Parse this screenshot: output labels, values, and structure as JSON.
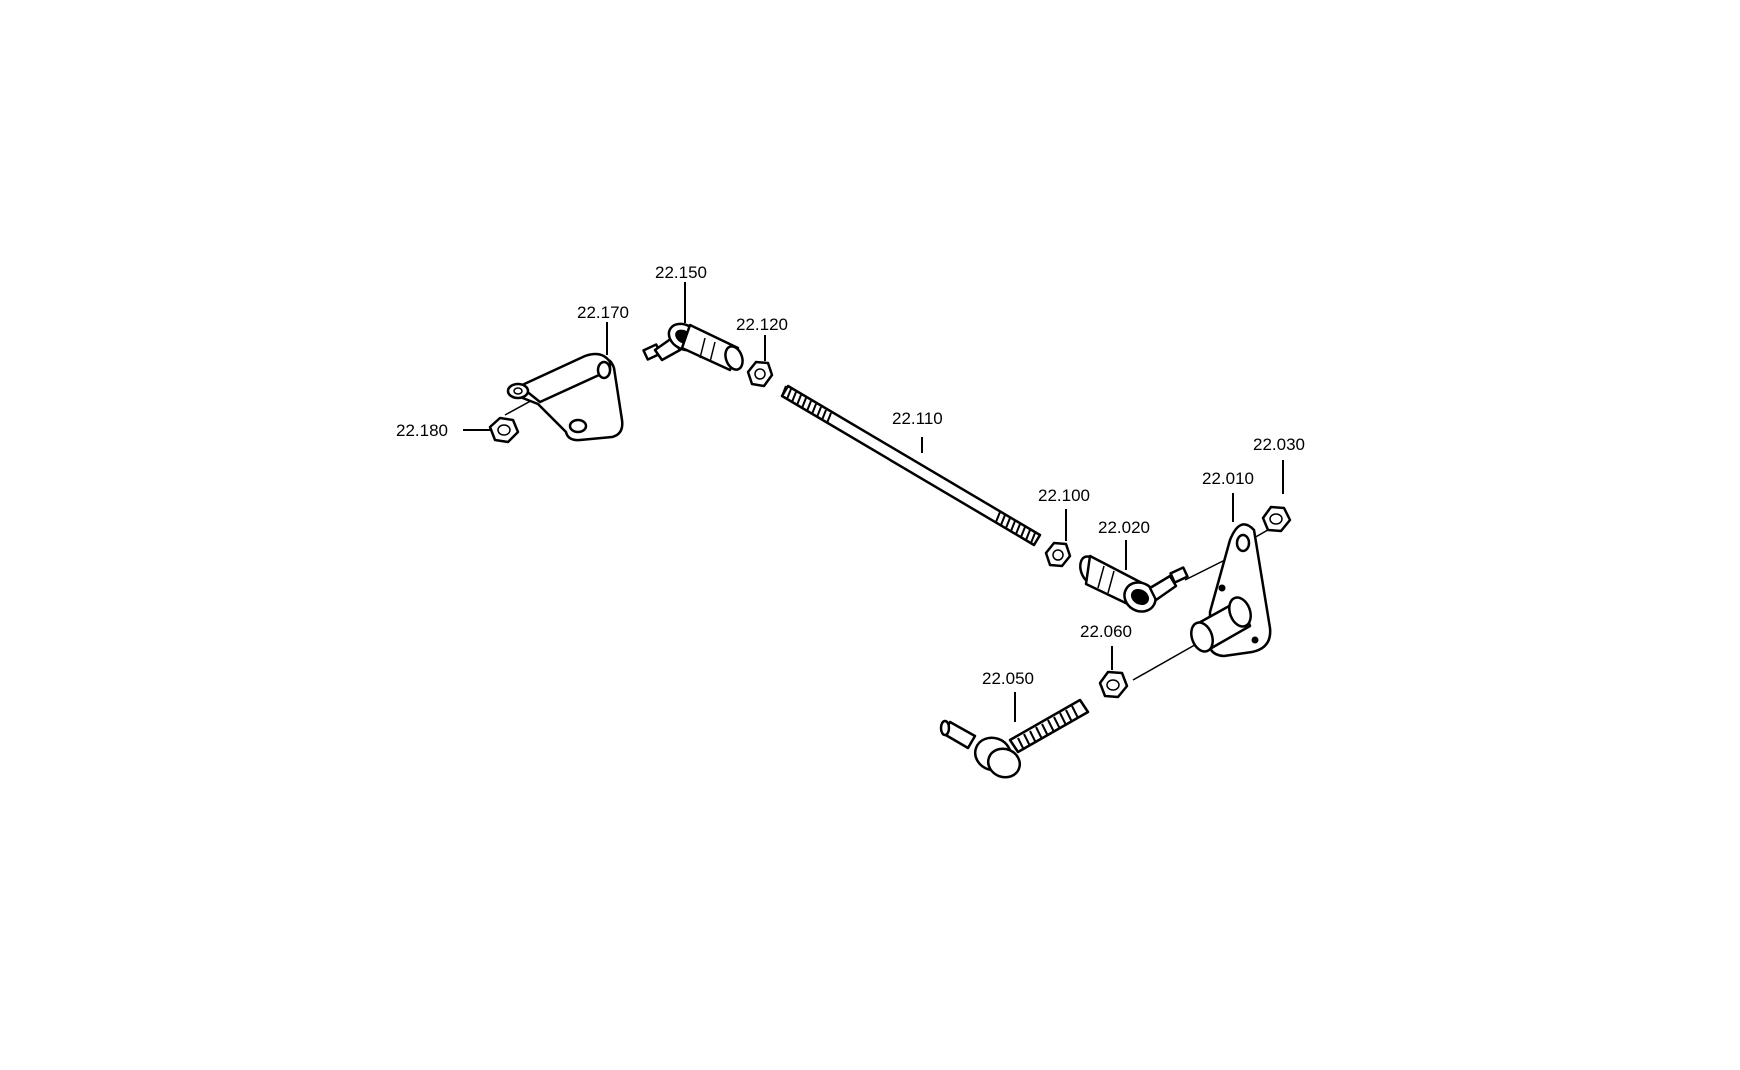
{
  "labels": {
    "p22150": "22.150",
    "p22170": "22.170",
    "p22120": "22.120",
    "p22180": "22.180",
    "p22110": "22.110",
    "p22100": "22.100",
    "p22020": "22.020",
    "p22010": "22.010",
    "p22030": "22.030",
    "p22060": "22.060",
    "p22050": "22.050"
  }
}
